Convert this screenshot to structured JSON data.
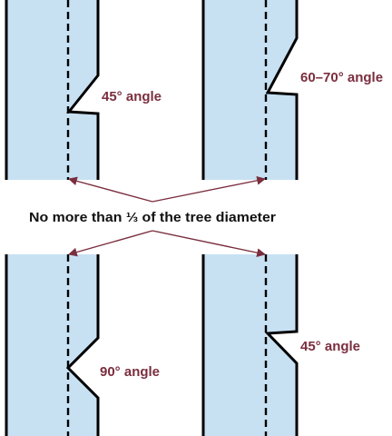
{
  "diagram": {
    "caption": "No more than ⅓ of the tree diameter",
    "panels": [
      {
        "id": "top-left",
        "angle_label": "45° angle"
      },
      {
        "id": "top-right",
        "angle_label": "60–70° angle"
      },
      {
        "id": "bottom-left",
        "angle_label": "90° angle"
      },
      {
        "id": "bottom-right",
        "angle_label": "45° angle"
      }
    ],
    "colors": {
      "trunk_fill": "#c7e1f3",
      "label": "#7a2e3e",
      "outline": "#000000",
      "caption": "#111111"
    }
  }
}
